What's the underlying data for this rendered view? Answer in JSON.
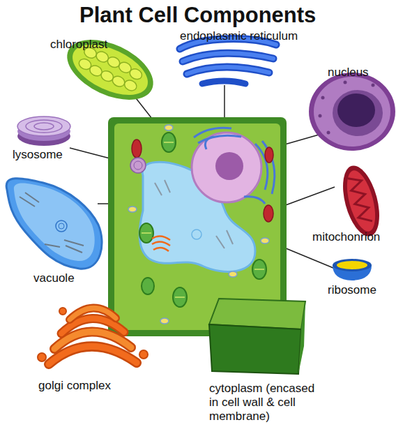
{
  "diagram": {
    "title": "Plant Cell Components",
    "labels": [
      "chloroplast",
      "endoplasmic reticulum",
      "nucleus",
      "lysosome",
      "mitochonrion",
      "vacuole",
      "ribosome",
      "golgi complex",
      "cytoplasm (encased in cell wall & cell membrane)"
    ]
  }
}
